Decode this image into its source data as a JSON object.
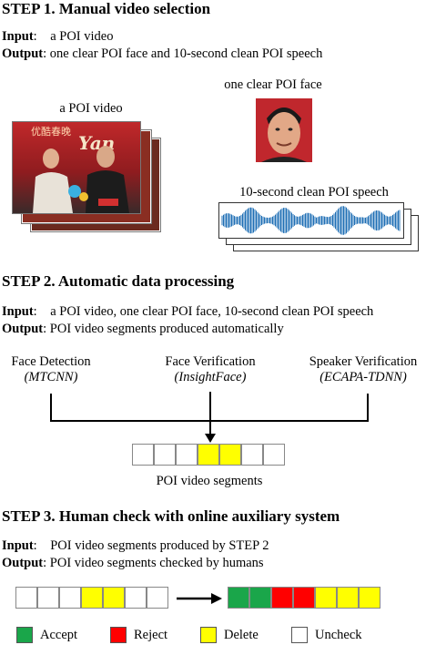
{
  "step1": {
    "title": "STEP 1. Manual video selection",
    "input_label": "Input",
    "input_text": "a POI video",
    "output_label": "Output",
    "output_text": "one clear POI face and 10-second clean POI speech",
    "video_caption": "a POI video",
    "face_caption": "one clear POI face",
    "speech_caption": "10-second clean POI speech"
  },
  "step2": {
    "title": "STEP 2. Automatic data processing",
    "input_label": "Input",
    "input_text": "a POI video, one clear POI face, 10-second clean POI speech",
    "output_label": "Output",
    "output_text": "POI video segments produced automatically",
    "modules": [
      {
        "name": "Face Detection",
        "model": "(MTCNN)"
      },
      {
        "name": "Face Verification",
        "model": "(InsightFace)"
      },
      {
        "name": "Speaker Verification",
        "model": "(ECAPA-TDNN)"
      }
    ],
    "segments_caption": "POI video segments"
  },
  "step3": {
    "title": "STEP 3. Human check with online auxiliary system",
    "input_label": "Input",
    "input_text": "POI video segments produced by STEP 2",
    "output_label": "Output",
    "output_text": "POI video segments checked by humans"
  },
  "legend": [
    {
      "label": "Accept",
      "color": "#1aa64a"
    },
    {
      "label": "Reject",
      "color": "#ff0000"
    },
    {
      "label": "Delete",
      "color": "#ffff00"
    },
    {
      "label": "Uncheck",
      "color": "#ffffff"
    }
  ],
  "video_overlay": {
    "banner": "优酷春晚",
    "logo": "Yan"
  }
}
